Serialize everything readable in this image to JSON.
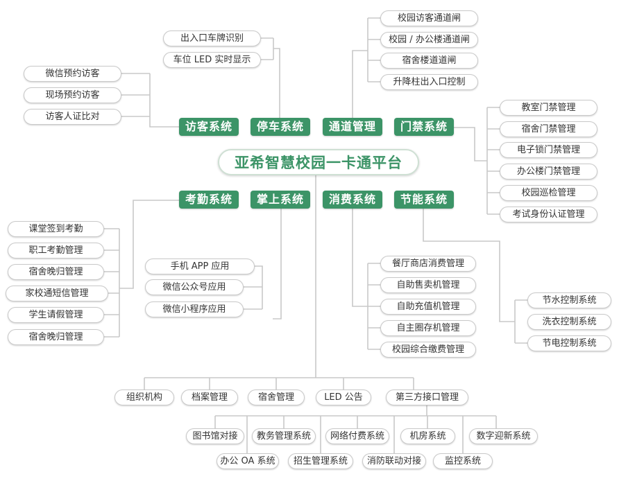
{
  "center_title": "亚希智慧校园一卡通平台",
  "categories": {
    "visitor": "访客系统",
    "parking": "停车系统",
    "channel": "通道管理",
    "access": "门禁系统",
    "attendance": "考勤系统",
    "mobile": "掌上系统",
    "consume": "消费系统",
    "energy": "节能系统"
  },
  "visitor_items": [
    "微信预约访客",
    "现场预约访客",
    "访客人证比对"
  ],
  "parking_items": [
    "出入口车牌识别",
    "车位 LED 实时显示"
  ],
  "channel_items": [
    "校园访客通道闸",
    "校园 / 办公楼通道闸",
    "宿舍楼道道闸",
    "升降柱出入口控制"
  ],
  "access_items": [
    "教室门禁管理",
    "宿舍门禁管理",
    "电子锁门禁管理",
    "办公楼门禁管理",
    "校园巡检管理",
    "考试身份认证管理"
  ],
  "attendance_items": [
    "课堂签到考勤",
    "职工考勤管理",
    "宿舍晚归管理",
    "家校通短信管理",
    "学生请假管理",
    "宿舍晚归管理"
  ],
  "mobile_items": [
    "手机 APP 应用",
    "微信公众号应用",
    "微信小程序应用"
  ],
  "consume_items": [
    "餐厅商店消费管理",
    "自助售卖机管理",
    "自助充值机管理",
    "自主圈存机管理",
    "校园综合缴费管理"
  ],
  "energy_items": [
    "节水控制系统",
    "洗衣控制系统",
    "节电控制系统"
  ],
  "bottom_items": [
    "组织机构",
    "档案管理",
    "宿舍管理",
    "LED 公告",
    "第三方接口管理"
  ],
  "third_party_top": [
    "图书馆对接",
    "教务管理系统",
    "网络付费系统",
    "机房系统",
    "数字迎新系统"
  ],
  "third_party_bottom": [
    "办公 OA 系统",
    "招生管理系统",
    "消防联动对接",
    "监控系统"
  ]
}
